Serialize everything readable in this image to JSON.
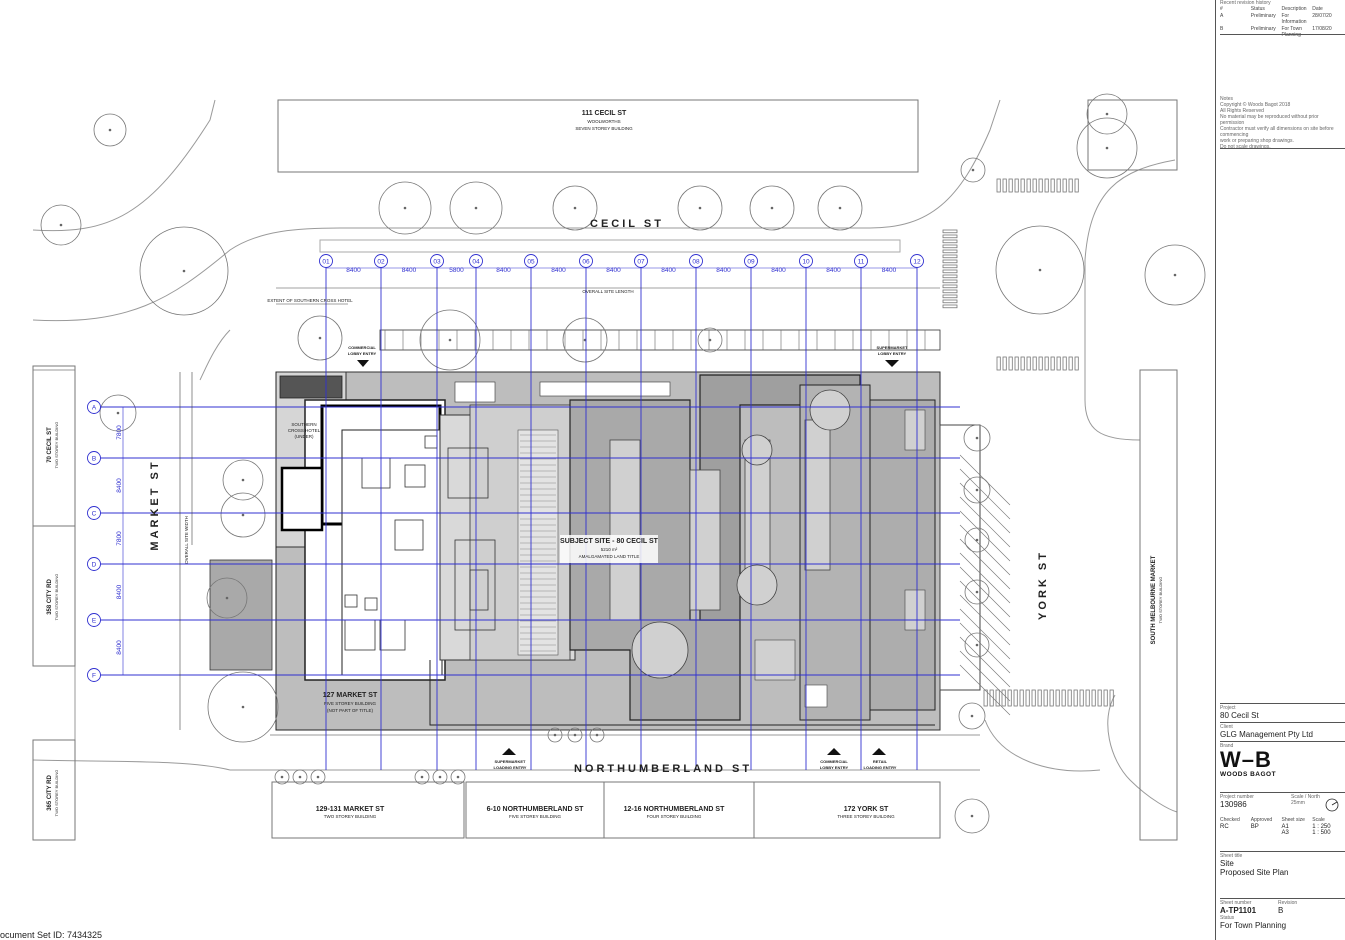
{
  "streets": {
    "cecil": "CECIL ST",
    "market": "MARKET ST",
    "york": "YORK ST",
    "northumberland": "NORTHUMBERLAND ST"
  },
  "buildings": {
    "b111_name": "111 CECIL ST",
    "b111_sub1": "WOOLWORTHS",
    "b111_sub2": "SEVEN STOREY BUILDING",
    "b70_name": "70 CECIL ST",
    "b70_sub": "TWO STOREY BUILDING",
    "b358_name": "358 CITY RD",
    "b358_sub": "TWO STOREY BUILDING",
    "b365_name": "365 CITY RD",
    "b365_sub": "TWO STOREY BUILDING",
    "b127_name": "127 MARKET ST",
    "b127_sub1": "FIVE STOREY BUILDING",
    "b127_sub2": "(NOT PART OF TITLE)",
    "b129_name": "129-131 MARKET ST",
    "b129_sub": "TWO STOREY BUILDING",
    "b6_name": "6-10 NORTHUMBERLAND ST",
    "b6_sub": "FIVE STOREY BUILDING",
    "b12_name": "12-16 NORTHUMBERLAND ST",
    "b12_sub": "FOUR STOREY BUILDING",
    "b172_name": "172 YORK ST",
    "b172_sub": "THREE STOREY BUILDING",
    "smm_name": "SOUTH MELBOURNE MARKET",
    "smm_sub": "TWO STOREY BUILDING",
    "hotel1": "SOUTHERN",
    "hotel2": "CROSS HOTEL",
    "hotel3": "(UNDER)"
  },
  "site": {
    "label": "SUBJECT SITE - 80 CECIL ST",
    "area": "5210 m²",
    "title": "AMALGAMATED LAND TITLE",
    "overall_length": "OVERALL SITE LENGTH",
    "extent_hotel": "EXTENT OF SOUTHERN CROSS HOTEL",
    "overall_width": "OVERALL SITE WIDTH"
  },
  "entries": {
    "commercial_lobby_top1": "COMMERCIAL",
    "commercial_lobby_top2": "LOBBY ENTRY",
    "supermarket_lobby1": "SUPERMARKET",
    "supermarket_lobby2": "LOBBY ENTRY",
    "supermarket_loading1": "SUPERMARKET",
    "supermarket_loading2": "LOADING ENTRY",
    "commercial_lobby_bot1": "COMMERCIAL",
    "commercial_lobby_bot2": "LOBBY ENTRY",
    "retail_loading1": "RETAIL",
    "retail_loading2": "LOADING ENTRY"
  },
  "grid": {
    "columns": [
      "01",
      "02",
      "03",
      "04",
      "05",
      "06",
      "07",
      "08",
      "09",
      "10",
      "11",
      "12"
    ],
    "col_spacings": [
      "8400",
      "8400",
      "5800",
      "8400",
      "8400",
      "8400",
      "8400",
      "8400",
      "8400",
      "8400",
      "8400"
    ],
    "rows": [
      "A",
      "B",
      "C",
      "D",
      "E",
      "F"
    ],
    "row_spacings": [
      "7800",
      "8400",
      "7800",
      "8400",
      "8400"
    ]
  },
  "titleblock": {
    "revision_heading": "Recent revision history",
    "rev_headers": [
      "#",
      "Status",
      "Description",
      "Date"
    ],
    "revisions": [
      [
        "A",
        "Preliminary",
        "For Information",
        "28/07/20"
      ],
      [
        "B",
        "Preliminary",
        "For Town Planning",
        "17/08/20"
      ]
    ],
    "notes_heading": "Notes",
    "notes": [
      "Copyright © Woods Bagot 2018",
      "All Rights Reserved",
      "No material may be reproduced without prior permission",
      "Contractor must verify all dimensions on site before commencing",
      "work or preparing shop drawings.",
      "Do not scale drawings."
    ],
    "project_label": "Project",
    "project": "80 Cecil St",
    "client_label": "Client",
    "client": "GLG Management Pty Ltd",
    "brand_label": "Brand",
    "logo": "W–B",
    "logo_sub": "WOODS BAGOT",
    "project_number_label": "Project number",
    "project_number": "130986",
    "north_label": "Scale / North",
    "north_value": "25mm",
    "meta_headers": [
      "Checked",
      "Approved",
      "Sheet size",
      "Scale"
    ],
    "meta_row1": [
      "RC",
      "BP",
      "A1",
      "1 : 250"
    ],
    "meta_row2": [
      "",
      "",
      "A3",
      "1 : 500"
    ],
    "sheet_title_label": "Sheet title",
    "sheet_title1": "Site",
    "sheet_title2": "Proposed Site Plan",
    "sheet_number_label": "Sheet number",
    "sheet_number": "A-TP1101",
    "revision_label": "Revision",
    "revision": "B",
    "status_label": "Status",
    "status": "For Town Planning"
  },
  "footer": {
    "doc_id": "ocument Set ID: 7434325"
  }
}
